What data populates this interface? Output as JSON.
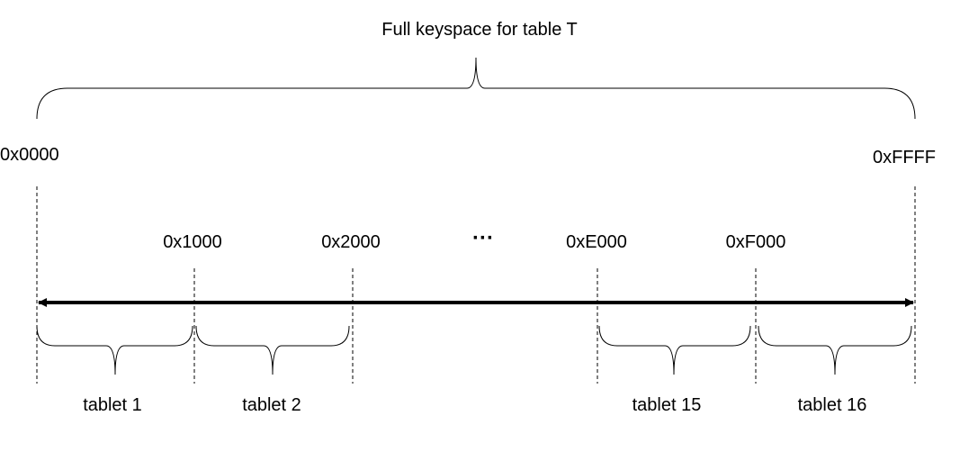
{
  "title": "Full keyspace for table T",
  "range_start": "0x0000",
  "range_end": "0xFFFF",
  "boundaries": [
    "0x1000",
    "0x2000",
    "0xE000",
    "0xF000"
  ],
  "ellipsis": "···",
  "tablets": [
    "tablet 1",
    "tablet 2",
    "tablet 15",
    "tablet 16"
  ],
  "colors": {
    "line": "#000000",
    "background": "#ffffff"
  }
}
